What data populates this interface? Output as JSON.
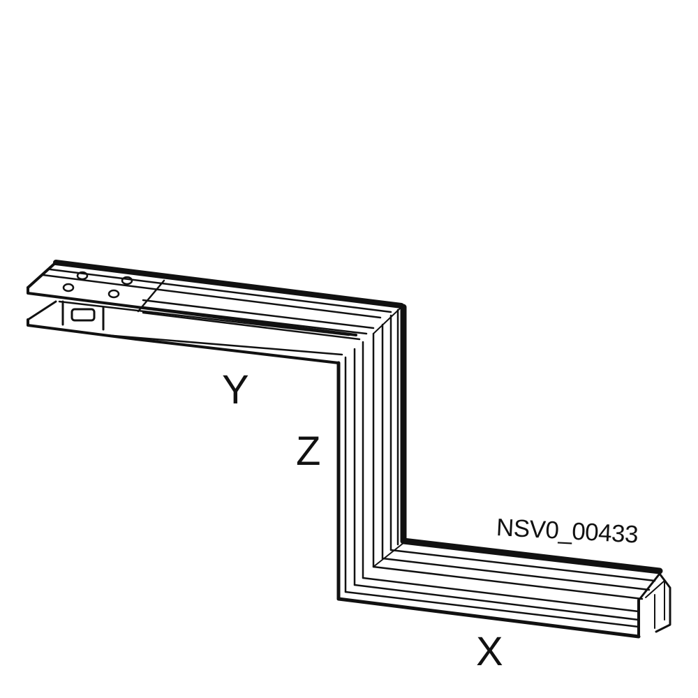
{
  "diagram": {
    "subject": "busbar trunking Z-unit",
    "labels": {
      "y": "Y",
      "z": "Z",
      "x": "X",
      "drawing_code": "NSV0_00433"
    },
    "colors": {
      "line": "#111111",
      "background": "#ffffff"
    }
  }
}
